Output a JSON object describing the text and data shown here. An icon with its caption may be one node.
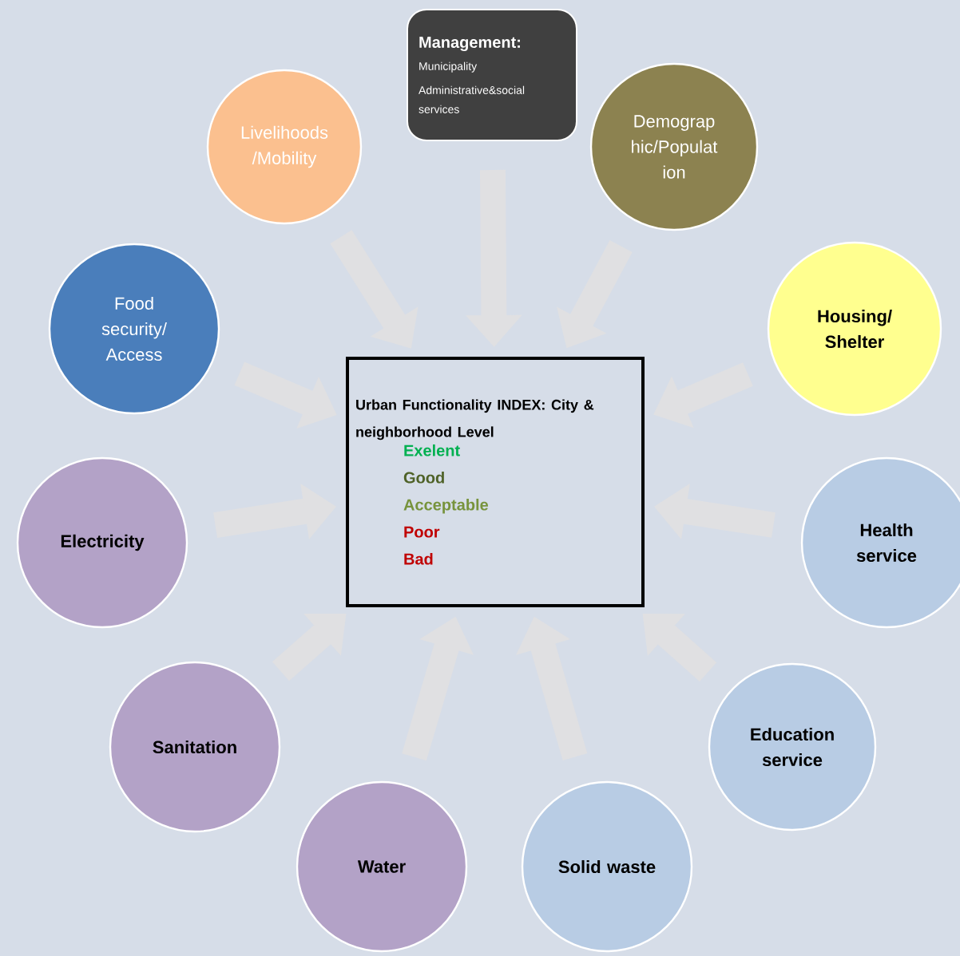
{
  "diagram": {
    "nodes": [
      {
        "text": [
          "Management:",
          "Municipality",
          "Administrative&social services"
        ]
      },
      {
        "text": [
          "Livelihoods /Mobility"
        ]
      },
      {
        "text": [
          "Demograp hic/Populat ion"
        ]
      },
      {
        "text": [
          "Food security/ Access"
        ]
      },
      {
        "text": [
          "Housing/ Shelter"
        ]
      },
      {
        "text": [
          "Urban Functionality INDEX: City & neighborhood Level",
          "Exelent",
          "Good",
          "Acceptable",
          "Poor",
          "Bad"
        ]
      },
      {
        "text": [
          "Electricity"
        ]
      },
      {
        "text": [
          "Health service"
        ]
      },
      {
        "text": [
          "Education service"
        ]
      },
      {
        "text": [
          "Sanitation"
        ]
      },
      {
        "text": [
          "Water"
        ]
      },
      {
        "text": [
          "Solid waste"
        ]
      }
    ],
    "edges": [
      {
        "from": 0,
        "to": 5,
        "arrow": "to"
      },
      {
        "from": 2,
        "to": 5,
        "arrow": "to"
      },
      {
        "from": 4,
        "to": 5,
        "arrow": "to"
      },
      {
        "from": 7,
        "to": 5,
        "arrow": "to"
      },
      {
        "from": 8,
        "to": 5,
        "arrow": "to"
      },
      {
        "from": 11,
        "to": 5,
        "arrow": "to"
      },
      {
        "from": 10,
        "to": 5,
        "arrow": "to"
      },
      {
        "from": 9,
        "to": 5,
        "arrow": "to"
      },
      {
        "from": 6,
        "to": 5,
        "arrow": "to"
      },
      {
        "from": 3,
        "to": 5,
        "arrow": "to"
      },
      {
        "from": 1,
        "to": 5,
        "arrow": "to"
      }
    ]
  }
}
